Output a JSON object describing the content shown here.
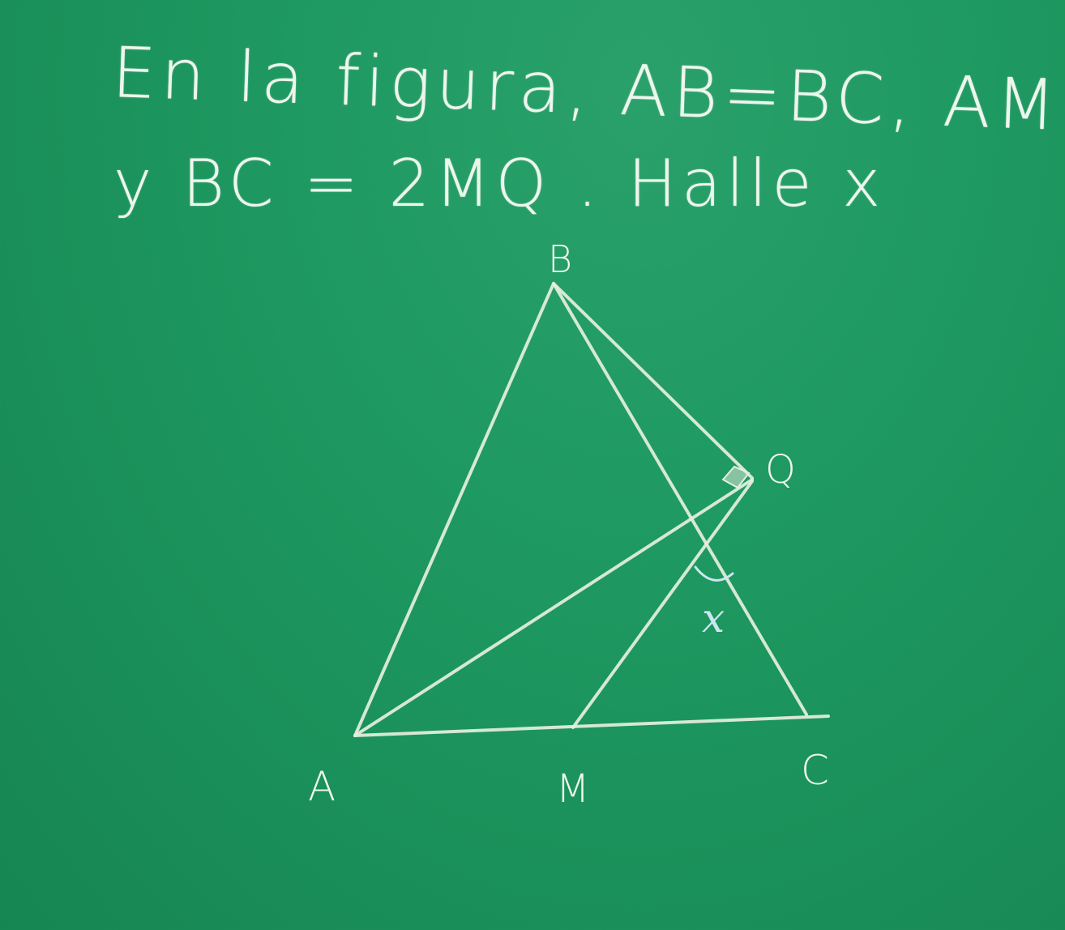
{
  "problem": {
    "line1": "En la figura, AB=BC, AM=MC",
    "line2": "y  BC = 2MQ . Halle x"
  },
  "figure": {
    "labels": {
      "A": "A",
      "B": "B",
      "C": "C",
      "M": "M",
      "Q": "Q",
      "angle": "x"
    }
  }
}
